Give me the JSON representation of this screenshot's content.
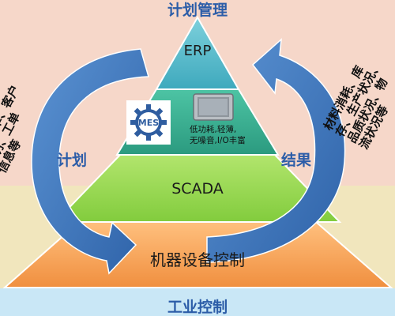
{
  "titles": {
    "top": "计划管理",
    "bottom": "工业控制"
  },
  "levels": {
    "erp": "ERP",
    "mes_logo_text": "MES",
    "device_line1": "低功耗,轻薄,",
    "device_line2": "无噪音,I/O丰富",
    "scada": "SCADA",
    "machine": "机器设备控制"
  },
  "arrows": {
    "left_label": "计划",
    "right_label": "结果",
    "left_notes": [
      "物料清单、客户",
      "说明、工单",
      "信息等"
    ],
    "right_notes": [
      "材料消耗、库",
      "存、生产状况、",
      "品质状况、物",
      "流状况等"
    ]
  },
  "colors": {
    "erp": "#45b3c4",
    "mes": "#2e9f8a",
    "scada": "#8ed44a",
    "machine": "#f6a35c",
    "arrow": "#3f79bf",
    "label": "#2c5da8"
  },
  "icons": [
    "mes-gear-icon",
    "industrial-panel-pc-icon",
    "left-curved-arrow-icon",
    "right-curved-arrow-icon"
  ]
}
